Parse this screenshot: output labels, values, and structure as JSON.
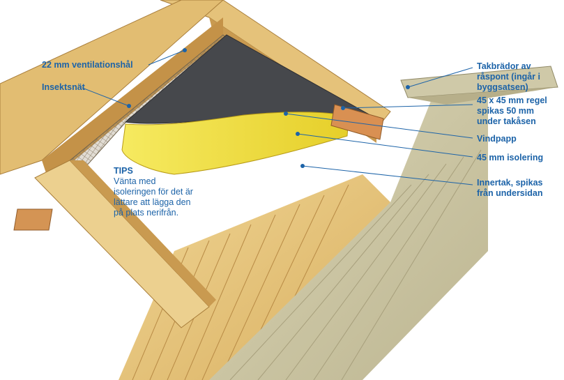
{
  "labels": {
    "ventilation": "22 mm ventilationshål",
    "insect_net": "Insektsnät",
    "roof_boards": "Takbrädor av råspont (ingår i byggsatsen)",
    "stud": "45 x 45 mm regel spikas 50 mm under takåsen",
    "wind_paper": "Vindpapp",
    "insulation": "45 mm isolering",
    "inner_ceiling": "Innertak, spikas från undersidan"
  },
  "tips": {
    "heading": "TIPS",
    "body": "Vänta med isoleringen för det är lättare att lägga den på plats nerifrån."
  },
  "colors": {
    "label_blue": "#1c63a8",
    "timber": "#e8c87e",
    "timber_dark": "#c08a3e",
    "weathered_board": "#cfc9a6",
    "insulation": "#f2e03c",
    "wind_paper": "#4a4c50",
    "net": "#8a7b62"
  }
}
